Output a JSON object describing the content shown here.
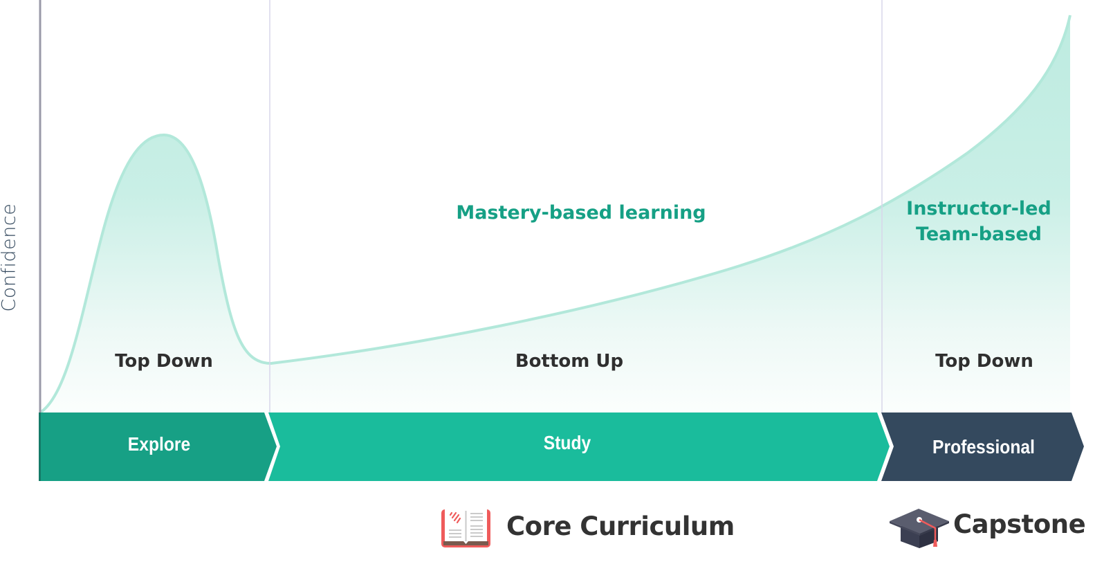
{
  "axis": {
    "y_label": "Confidence"
  },
  "annotations": {
    "study_note": "Mastery-based learning",
    "professional_note_line1": "Instructor-led",
    "professional_note_line2": "Team-based"
  },
  "modes": {
    "explore": "Top Down",
    "study": "Bottom Up",
    "professional": "Top Down"
  },
  "phases": [
    {
      "label": "Explore",
      "color": "#17a085"
    },
    {
      "label": "Study",
      "color": "#1abc9c"
    },
    {
      "label": "Professional",
      "color": "#34495e"
    }
  ],
  "legend": {
    "core": {
      "label": "Core Curriculum",
      "icon": "open-book-icon"
    },
    "capstone": {
      "label": "Capstone",
      "icon": "graduation-cap-icon"
    }
  },
  "colors": {
    "curve_fill": "#bdebe0",
    "curve_stroke": "#b2e8da",
    "accent_text": "#16a085",
    "axis": "#9a9aa8",
    "divider": "#d8d6ea"
  },
  "chart_data": {
    "type": "area",
    "title": "",
    "xlabel": "",
    "ylabel": "Confidence",
    "grid": false,
    "segments": [
      {
        "name": "Explore",
        "mode": "Top Down",
        "shape": "bell curve rising to peak then falling",
        "x_range": [
          0,
          0.22
        ],
        "y_start": 0,
        "y_peak": 0.68,
        "y_end": 0.12
      },
      {
        "name": "Study",
        "mode": "Bottom Up",
        "note": "Mastery-based learning",
        "shape": "gradual exponential rise",
        "x_range": [
          0.22,
          0.81
        ],
        "y_start": 0.12,
        "y_end": 0.52
      },
      {
        "name": "Professional",
        "mode": "Top Down",
        "note": "Instructor-led / Team-based",
        "shape": "steep rise",
        "x_range": [
          0.81,
          1.0
        ],
        "y_start": 0.52,
        "y_end": 1.0
      }
    ],
    "legend": [
      "Core Curriculum",
      "Capstone"
    ]
  }
}
